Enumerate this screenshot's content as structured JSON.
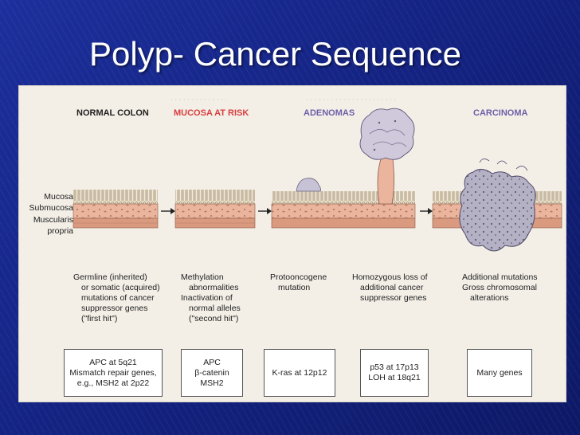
{
  "slide": {
    "title": "Polyp- Cancer Sequence"
  },
  "stages": [
    {
      "label": "NORMAL COLON",
      "color": "#1f1f1f"
    },
    {
      "label": "MUCOSA AT RISK",
      "color": "#d93e3e"
    },
    {
      "label": "ADENOMAS",
      "color": "#6d5fa8"
    },
    {
      "label": "CARCINOMA",
      "color": "#6d5fa8"
    }
  ],
  "layers": [
    "Mucosa",
    "Submucosa",
    "Muscularis",
    "propria"
  ],
  "descriptions": [
    [
      "Germline (inherited)",
      "or somatic (acquired)",
      "mutations of cancer",
      "suppressor genes",
      "(\"first hit\")"
    ],
    [
      "Methylation",
      "abnormalities",
      "Inactivation of",
      "normal alleles",
      "(\"second hit\")"
    ],
    [
      "Protooncogene",
      "mutation"
    ],
    [
      "Homozygous loss of",
      "additional cancer",
      "suppressor genes"
    ],
    [
      "Additional mutations",
      "Gross chromosomal",
      "alterations"
    ]
  ],
  "genes": [
    [
      "APC at 5q21",
      "Mismatch repair genes,",
      "e.g., MSH2 at 2p22"
    ],
    [
      "APC",
      "β-catenin",
      "MSH2"
    ],
    [
      "K-ras at 12p12"
    ],
    [
      "p53 at 17p13",
      "LOH at 18q21"
    ],
    [
      "Many genes"
    ]
  ],
  "colors": {
    "background": "#142383",
    "figure_bg": "#f3efe7",
    "mucosa": "#e6d7bd",
    "submucosa": "#ebb49c",
    "muscularis": "#d99a80",
    "tumor": "#b5b1c5"
  }
}
